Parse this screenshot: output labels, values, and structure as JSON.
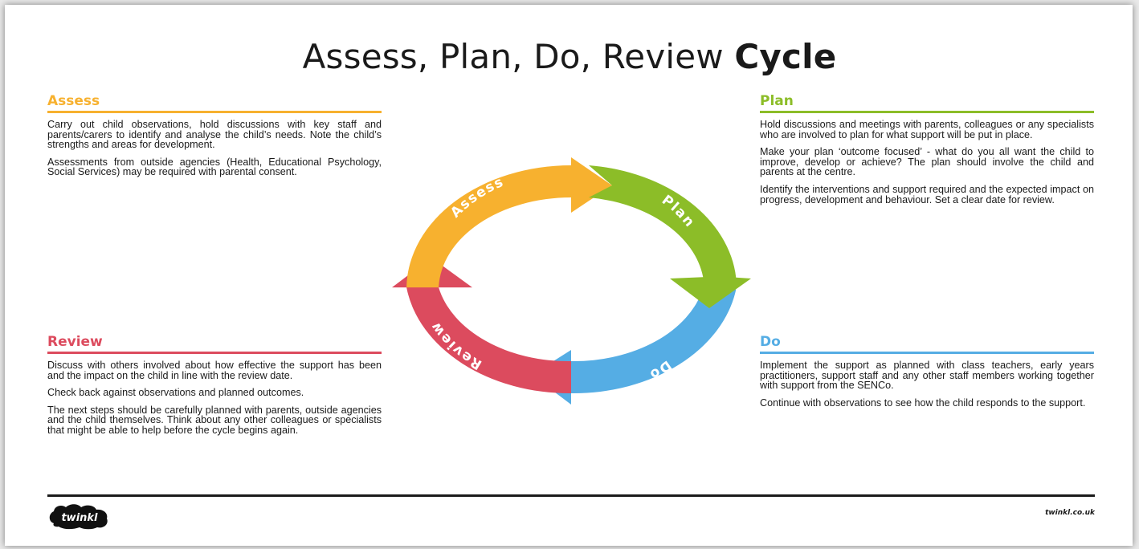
{
  "title": {
    "regular": "Assess, Plan, Do, Review",
    "bold": "Cycle"
  },
  "colors": {
    "assess": "#f7b12f",
    "plan": "#8cbd28",
    "do": "#55ade4",
    "review": "#dc4b5e"
  },
  "sections": {
    "assess": {
      "heading": "Assess",
      "paragraphs": [
        "Carry out child observations, hold discussions with key staff and parents/carers to identify and analyse the child’s needs. Note the child’s strengths and areas for development.",
        "Assessments from outside agencies (Health, Educational Psychology, Social Services) may be required with parental consent."
      ]
    },
    "plan": {
      "heading": "Plan",
      "paragraphs": [
        "Hold discussions and meetings with parents, colleagues or any specialists who are involved to plan for what support will be put in place.",
        "Make your plan ‘outcome focused’ - what do you all want the child to improve, develop or achieve? The plan should involve the child and parents at the centre.",
        "Identify the interventions and support required and the expected impact on progress, development and behaviour. Set a clear date for review."
      ]
    },
    "review": {
      "heading": "Review",
      "paragraphs": [
        "Discuss with others involved about how effective the support has been and the impact on the child in line with the review date.",
        "Check back against observations and planned outcomes.",
        "The next steps should be carefully planned with parents, outside agencies and the child themselves. Think about any other colleagues or specialists that might be able to help before the cycle begins again."
      ]
    },
    "do": {
      "heading": "Do",
      "paragraphs": [
        "Implement the support as planned with class teachers, early years practitioners, support staff and any other staff members working together with support from the SENCo.",
        "Continue with observations to see how the child responds to the support."
      ]
    }
  },
  "cycle": {
    "assess_label": "Assess",
    "plan_label": "Plan",
    "do_label": "Do",
    "review_label": "Review"
  },
  "footer": {
    "logo_text": "twinkl",
    "website": "twinkl.co.uk"
  }
}
